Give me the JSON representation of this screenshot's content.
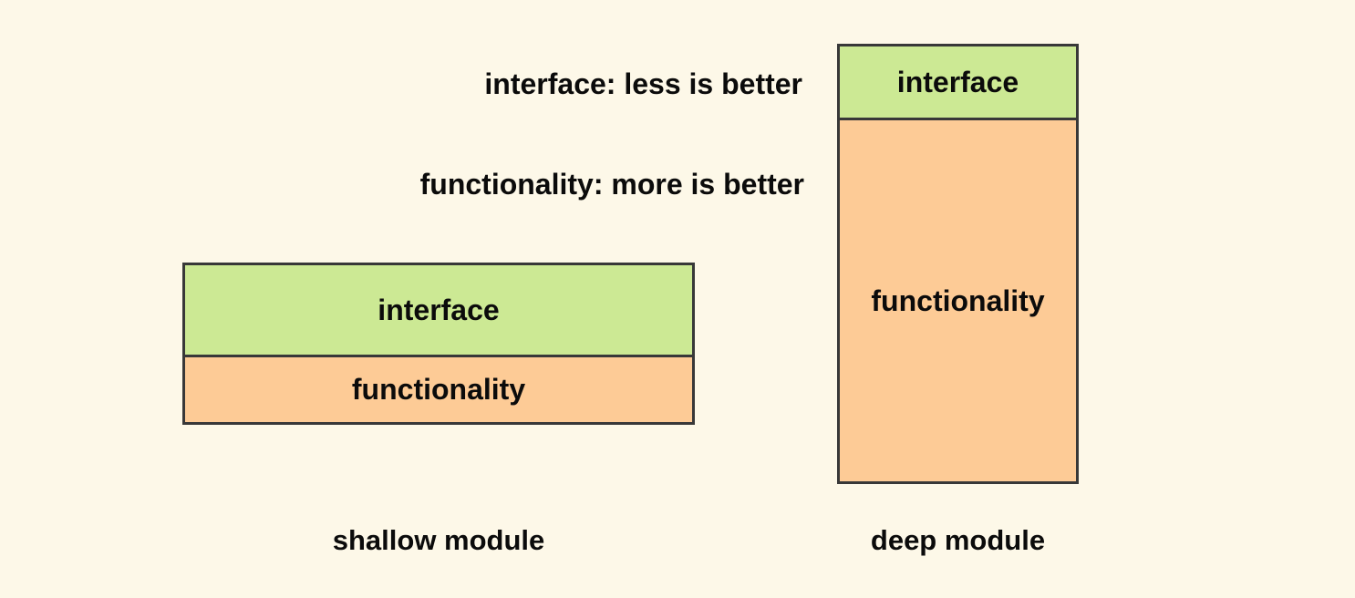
{
  "diagram": {
    "title_implied": "shallow vs deep modules",
    "annotations": {
      "interface_note": "interface: less is better",
      "functionality_note": "functionality: more is better"
    },
    "modules": {
      "shallow": {
        "caption": "shallow module",
        "interface_label": "interface",
        "functionality_label": "functionality"
      },
      "deep": {
        "caption": "deep module",
        "interface_label": "interface",
        "functionality_label": "functionality"
      }
    },
    "colors": {
      "background": "#fdf8e8",
      "interface_fill": "#cce994",
      "functionality_fill": "#fdcb96",
      "box_border": "#383838",
      "text": "#0b0b0b"
    }
  }
}
